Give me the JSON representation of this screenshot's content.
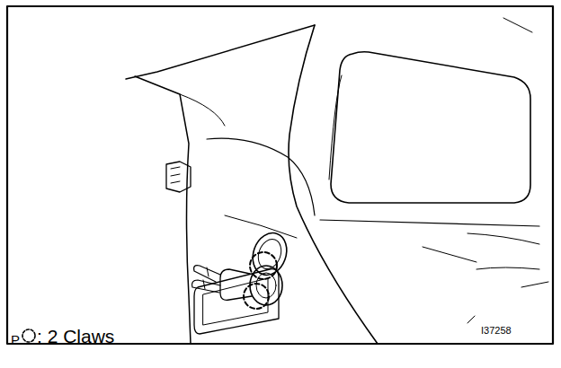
{
  "diagram": {
    "labels": [
      "P",
      "I37258"
    ],
    "legend": [
      {
        "text": ": 2 Claws"
      }
    ]
  }
}
